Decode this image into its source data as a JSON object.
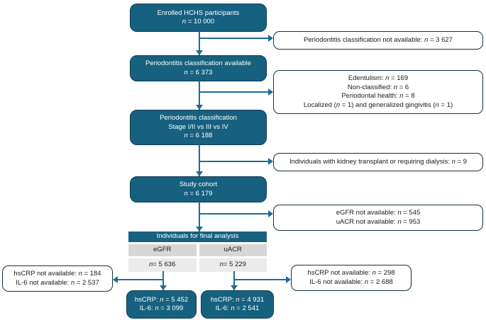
{
  "colors": {
    "teal": "#166180",
    "teal-border": "#0f3c50",
    "dark-border": "#16313f",
    "line": "#1e6d93",
    "cell-header": "#d7d7d7",
    "cell-value": "#ebebeb"
  },
  "labels": {
    "n": "n"
  },
  "flow": {
    "enrolled": {
      "title": "Enrolled HCHS participants",
      "count": " = 10 000"
    },
    "available": {
      "title": "Periodontitis classification available",
      "count": " = 6 373"
    },
    "stage": {
      "title": "Periodontitis classification",
      "subtitle": "Stage I/II vs III vs IV",
      "count": " = 6 188"
    },
    "cohort": {
      "title": "Study cohort",
      "count": " = 6 179"
    }
  },
  "table": {
    "header": "Individuals for final analysis",
    "col_egfr": "eGFR",
    "col_uacr": "uACR",
    "egfr_count": " = 5 636",
    "uacr_count": " = 5 229"
  },
  "exclusions": {
    "classification": {
      "pre": "Periodontitis classification not available: ",
      "count": " = 3 627"
    },
    "periodontal": {
      "l1_pre": "Edentulism: ",
      "l1_count": " = 169",
      "l2_pre": "Non-classified: ",
      "l2_count": " = 6",
      "l3_pre": "Periodontal health: ",
      "l3_count": " = 8",
      "l4_a": "Localized (",
      "l4_b": " = 1) and generalized gingivitis (",
      "l4_c": " = 1)"
    },
    "kidney": {
      "pre": "Individuals with kidney transplant or requiring dialysis: ",
      "count": " = 9"
    },
    "availability": {
      "l1_pre": "eGFR not available: ",
      "l1_count": " = 545",
      "l2_pre": "uACR not available: ",
      "l2_count": " = 953"
    },
    "egfr_markers": {
      "l1_pre": "hsCRP not available: ",
      "l1_count": " = 184",
      "l2_pre": "IL-6 not available: ",
      "l2_count": " = 2 537"
    },
    "uacr_markers": {
      "l1_pre": "hsCRP not available: ",
      "l1_count": " = 298",
      "l2_pre": "IL-6 not available: ",
      "l2_count": " = 2 688"
    }
  },
  "results": {
    "egfr": {
      "l1_pre": "hsCRP: ",
      "l1_count": " = 5 452",
      "l2_pre": "IL-6: ",
      "l2_count": " = 3 099"
    },
    "uacr": {
      "l1_pre": "hsCRP: ",
      "l1_count": " = 4 931",
      "l2_pre": "IL-6: ",
      "l2_count": " = 2 541"
    }
  }
}
